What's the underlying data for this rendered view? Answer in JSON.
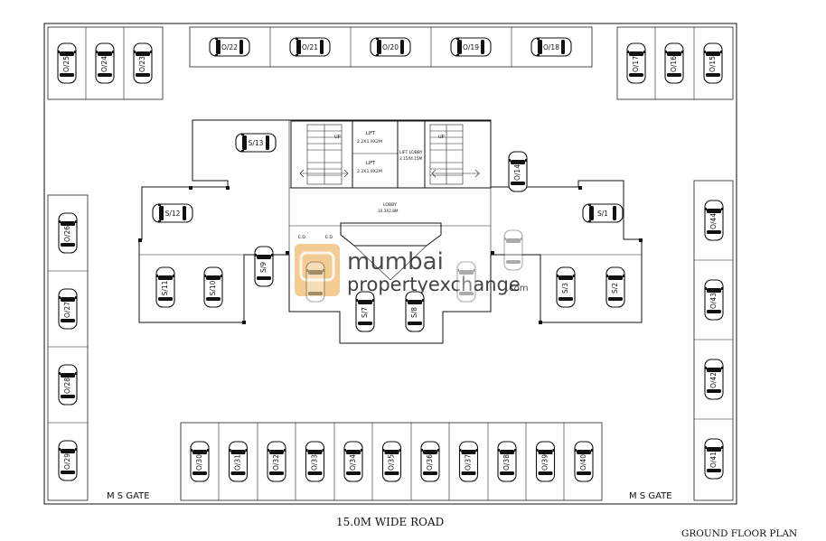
{
  "plan": {
    "road_label": "15.0M WIDE ROAD",
    "title": "GROUND FLOOR PLAN",
    "gate_left": "M S GATE",
    "gate_right": "M S GATE"
  },
  "core": {
    "lift_1": "LIFT",
    "lift_1_size": "2.2X1.9X2M",
    "lift_2": "LIFT",
    "lift_2_size": "2.2X1.9X2M",
    "lift_lobby": "LIFT LOBBY",
    "lift_lobby_size": "3.15X4.15M",
    "lobby": "LOBBY",
    "lobby_size": "10.3X2.8M",
    "up_left": "UP",
    "up_right": "UP",
    "ed_1": "E.D",
    "ed_2": "E.D"
  },
  "watermark": {
    "word1": "mumbai",
    "word2": "propertyexchange",
    "suffix": ".com"
  },
  "open_slots": {
    "top": [
      "O/22",
      "O/21",
      "O/20",
      "O/19",
      "O/18"
    ],
    "top_left": [
      "O/25",
      "O/24",
      "O/23"
    ],
    "top_right": [
      "O/17",
      "O/16",
      "O/15"
    ],
    "left": [
      "O/26",
      "O/27",
      "O/28",
      "O/29"
    ],
    "right": [
      "O/44",
      "O/43",
      "O/42",
      "O/41"
    ],
    "bottom": [
      "O/30",
      "O/31",
      "O/32",
      "O/33",
      "O/34",
      "O/35",
      "O/36",
      "O/37",
      "O/38",
      "O/39",
      "O/40"
    ],
    "inner": [
      "O/14"
    ]
  },
  "stilt_slots": [
    "S/13",
    "S/12",
    "S/11",
    "S/10",
    "S/9",
    "S/7",
    "S/8",
    "S/3",
    "S/2",
    "S/1"
  ]
}
